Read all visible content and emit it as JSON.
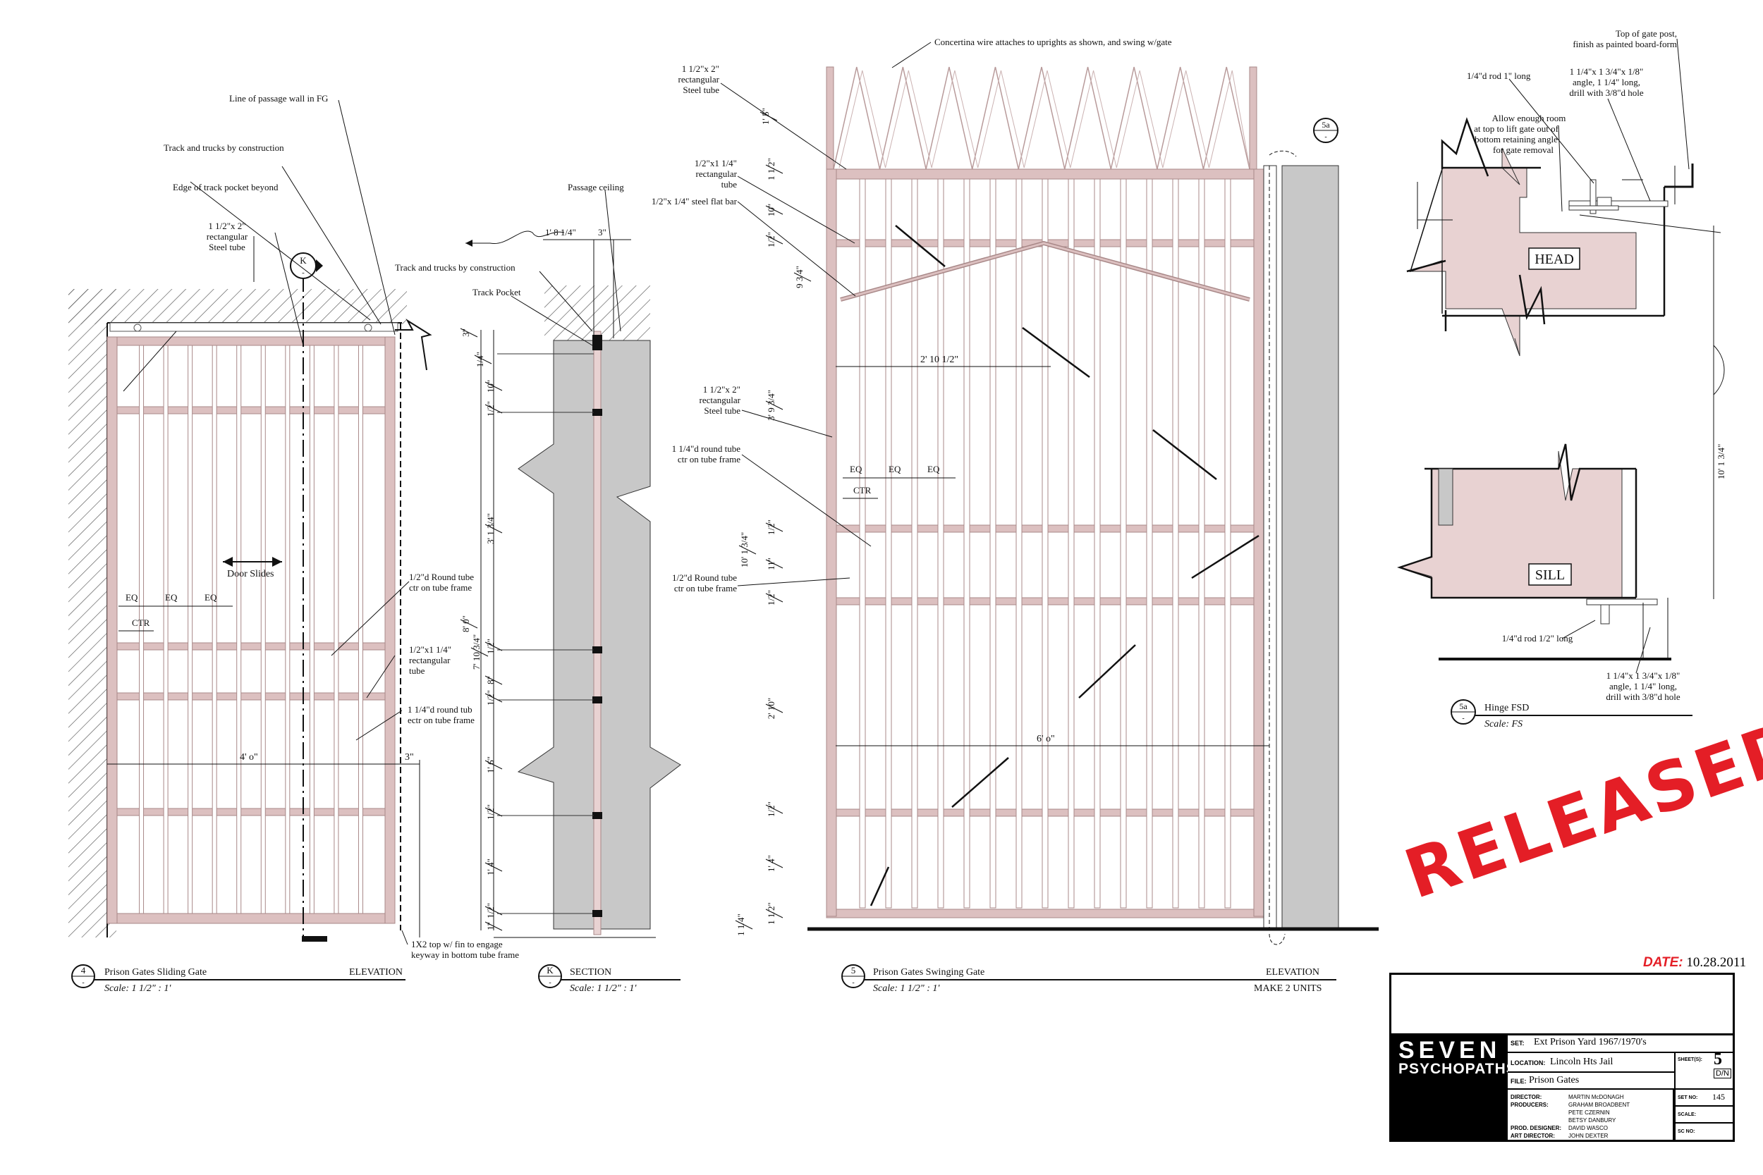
{
  "colors": {
    "frame": "#dcc0c0",
    "frame_stroke": "#a88888",
    "detail_fill": "#e8d2d2",
    "wall_fill": "#c8c8c8",
    "stamp_red": "#e41e26"
  },
  "views": {
    "v4": {
      "number": "4",
      "title": "Prison Gates Sliding Gate",
      "type": "ELEVATION",
      "scale": "Scale:  1 1/2\" : 1'"
    },
    "vk": {
      "number": "K",
      "title": "SECTION",
      "scale": "Scale:  1 1/2\" : 1'"
    },
    "v5": {
      "number": "5",
      "title": "Prison Gates Swinging Gate",
      "type": "ELEVATION",
      "note": "MAKE 2 UNITS",
      "scale": "Scale:  1 1/2\" : 1'"
    },
    "v5a": {
      "number": "5a",
      "title": "Hinge FSD",
      "scale": "Scale: FS"
    }
  },
  "section_marker": {
    "letter": "K",
    "sheet": "-"
  },
  "labels": {
    "line_of_passage": "Line of passage wall in FG",
    "track_trucks_1": "Track and trucks by construction",
    "edge_track_pocket": "Edge of track pocket beyond",
    "tube_112x2_a": "1 1/2\"x 2\"",
    "rect_a": "rectangular",
    "steel_tube_a": "Steel tube",
    "door_slides": "Door Slides",
    "eq": "EQ",
    "ctr": "CTR",
    "round_tube_12_a": "1/2\"d Round tube",
    "round_tube_ctr_a": "ctr on tube frame",
    "rect_12x114_a": "1/2\"x1 1/4\"",
    "rect_word_b": "rectangular",
    "tube_word_b": "tube",
    "round_114_a": "1 1/4\"d round tub",
    "round_114_b": "ectr on tube frame",
    "dim_4_0": "4' o\"",
    "dim_3": "3\"",
    "fin_note_1": "1X2 top w/ fin to engage",
    "fin_note_2": "keyway in bottom tube frame",
    "passage_ceiling": "Passage ceiling",
    "track_trucks_2": "Track and trucks by construction",
    "track_pocket": "Track Pocket",
    "dim_1_8_14": "1' 8 1/4\"",
    "dim_3b": "3\"",
    "concertina": "Concertina wire attaches to uprights as shown, and swing w/gate",
    "tube_112x2_b": "1 1/2\"x 2\"",
    "rect_b": "rectangular",
    "steel_tube_b": "Steel tube",
    "rect_12x114_b": "1/2\"x1 1/4\"",
    "rect_c": "rectangular",
    "tube_c": "tube",
    "flat_bar": "1/2\"x 1/4\" steel flat bar",
    "dim_2_10_12": "2' 10 1/2\"",
    "tube_112x2_c": "1 1/2\"x 2\"",
    "rect_d": "rectangular",
    "steel_tube_c": "Steel tube",
    "round_114_c": "1 1/4\"d round tube",
    "round_114_c2": "ctr on tube frame",
    "round_12_b": "1/2\"d Round tube",
    "round_12_b2": "ctr on tube frame",
    "dim_6_0": "6' o\"",
    "head": "HEAD",
    "sill": "SILL",
    "rod_1": "1/4\"d rod 1\" long",
    "allow_1": "Allow enough room",
    "allow_2": "at top to lift gate out of",
    "allow_3": "bottom retaining angle",
    "allow_4": "for gate removal",
    "angle_1": "1 1/4\"x 1 3/4\"x 1/8\"",
    "angle_2": "angle, 1 1/4\" long,",
    "angle_3": "drill with 3/8\"d hole",
    "top_post_1": "Top of gate post,",
    "top_post_2": "finish as painted board-form",
    "rod_2": "1/4\"d rod 1/2\" long",
    "angle_4": "1 1/4\"x 1 3/4\"x 1/8\"",
    "angle_5": "angle, 1 1/4\" long,",
    "angle_6": "drill with 3/8\"d hole",
    "dim_10_1_34": "10' 1 3/4\"",
    "tag_5a": "5a"
  },
  "dims_v4": [
    "3\"",
    "1/4\"",
    "10\"",
    "1/2\"",
    "3' 1 3/4\"",
    "7' 10 3/4\"",
    "8' 0\"",
    "1/2\"",
    "8\"",
    "1/2\"",
    "1' 6\"",
    "1/2\"",
    "1' 4\"",
    "1/2\"",
    "1\""
  ],
  "dims_v5": [
    "1' 5\"",
    "1 1/2\"",
    "10\"",
    "1/2\"",
    "9 3/4\"",
    "3' 9 3/4\"",
    "1/2\"",
    "11\"",
    "1/2\"",
    "10' 1 3/4\"",
    "2' 10\"",
    "1/2\"",
    "1' 4\"",
    "1 1/2\"",
    "1 1/4\""
  ],
  "stamp": "RELEASED",
  "date": {
    "label": "DATE:",
    "value": "10.28.2011"
  },
  "title_block": {
    "logo_line1": "SEVEN",
    "logo_line2": "PSYCHOPATHS",
    "set_label": "SET:",
    "set": "Ext Prison Yard 1967/1970's",
    "location_label": "LOCATION:",
    "location": "Lincoln Hts Jail",
    "file_label": "FILE:",
    "file": "Prison Gates",
    "sheet_label": "SHEET(S):",
    "sheet": "5",
    "dn": "D/N",
    "setno_label": "SET NO:",
    "setno": "145",
    "scale_label": "SCALE:",
    "date_label": "DATE:",
    "scno_label": "SC NO:",
    "credits": [
      {
        "role": "DIRECTOR:",
        "name": "MARTIN McDONAGH"
      },
      {
        "role": "PRODUCERS:",
        "name": "GRAHAM BROADBENT"
      },
      {
        "role": "",
        "name": "PETE CZERNIN"
      },
      {
        "role": "",
        "name": "BETSY DANBURY"
      },
      {
        "role": "PROD. DESIGNER:",
        "name": "DAVID WASCO"
      },
      {
        "role": "ART DIRECTOR:",
        "name": "JOHN DEXTER"
      }
    ]
  }
}
